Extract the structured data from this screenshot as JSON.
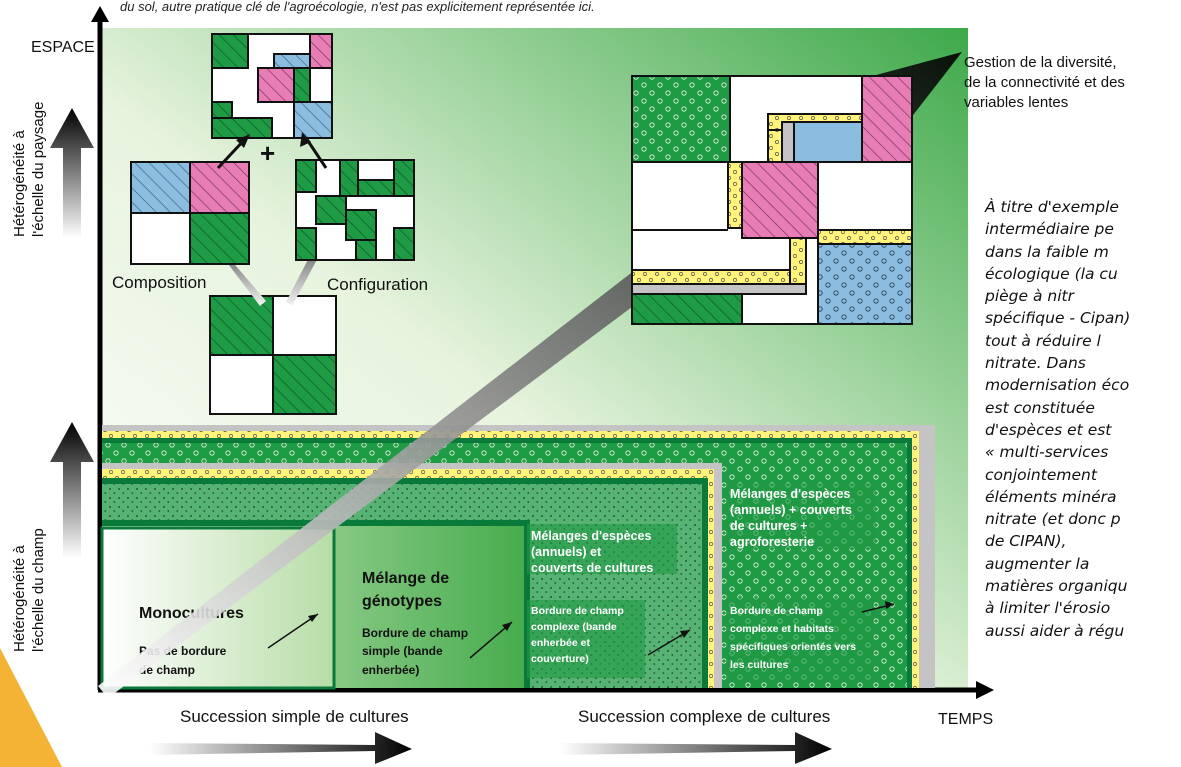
{
  "header": {
    "caption_fragment": "du sol, autre pratique clé de l'agroécologie, n'est pas explicitement représentée ici."
  },
  "axes": {
    "y_label": "ESPACE",
    "x_label": "TEMPS",
    "y_upper_label": [
      "Hétérogénéité à",
      "l'échelle du paysage"
    ],
    "y_lower_label": [
      "Hétérogénéité à",
      "l'échelle du champ"
    ],
    "x_left_label": "Succession simple de cultures",
    "x_right_label": "Succession complexe de cultures"
  },
  "landscape": {
    "composition_label": "Composition",
    "configuration_label": "Configuration",
    "plus_sign": "+",
    "goal_label": [
      "Gestion de la diversité,",
      "de la connectivité et des",
      "variables lentes"
    ]
  },
  "field_levels": [
    {
      "title": [
        "Monocultures"
      ],
      "detail": [
        "Pas de bordure",
        "de champ"
      ]
    },
    {
      "title": [
        "Mélange de",
        "génotypes"
      ],
      "detail": [
        "Bordure de champ",
        "simple (bande",
        "enherbée)"
      ]
    },
    {
      "title": [
        "Mélanges d'espèces",
        "(annuels) et",
        "couverts de cultures"
      ],
      "detail": [
        "Bordure de champ",
        "complexe (bande",
        "enherbée et",
        "couverture)"
      ]
    },
    {
      "title": [
        "Mélanges d'espèces",
        "(annuels) + couverts",
        "de cultures +",
        "agroforesterie"
      ],
      "detail": [
        "Bordure de champ",
        "complexe et habitats",
        "spécifiques orientés vers",
        "les cultures"
      ]
    }
  ],
  "side_text_lines": [
    "À titre d'exemple",
    "intermédiaire pe",
    "dans la faible m",
    "écologique (la cu",
    "piège à nitr",
    "spécifique - Cipan)",
    "tout à réduire l",
    "nitrate. Dans",
    "modernisation éco",
    "est constituée",
    "d'espèces et est",
    "« multi-services",
    "conjointement",
    "éléments minéra",
    "nitrate (et donc p",
    "de CIPAN),",
    "augmenter la",
    "matières organiqu",
    "à limiter l'érosio",
    "aussi aider à régu"
  ],
  "colors": {
    "dark_green": "#0a7a3a",
    "field_green": "#1f9a45",
    "light_green_bg": "#d9eecd",
    "pink": "#e87cb4",
    "blue": "#8bbde0",
    "yellow": "#fff37a",
    "grey": "#c4c4c4"
  }
}
